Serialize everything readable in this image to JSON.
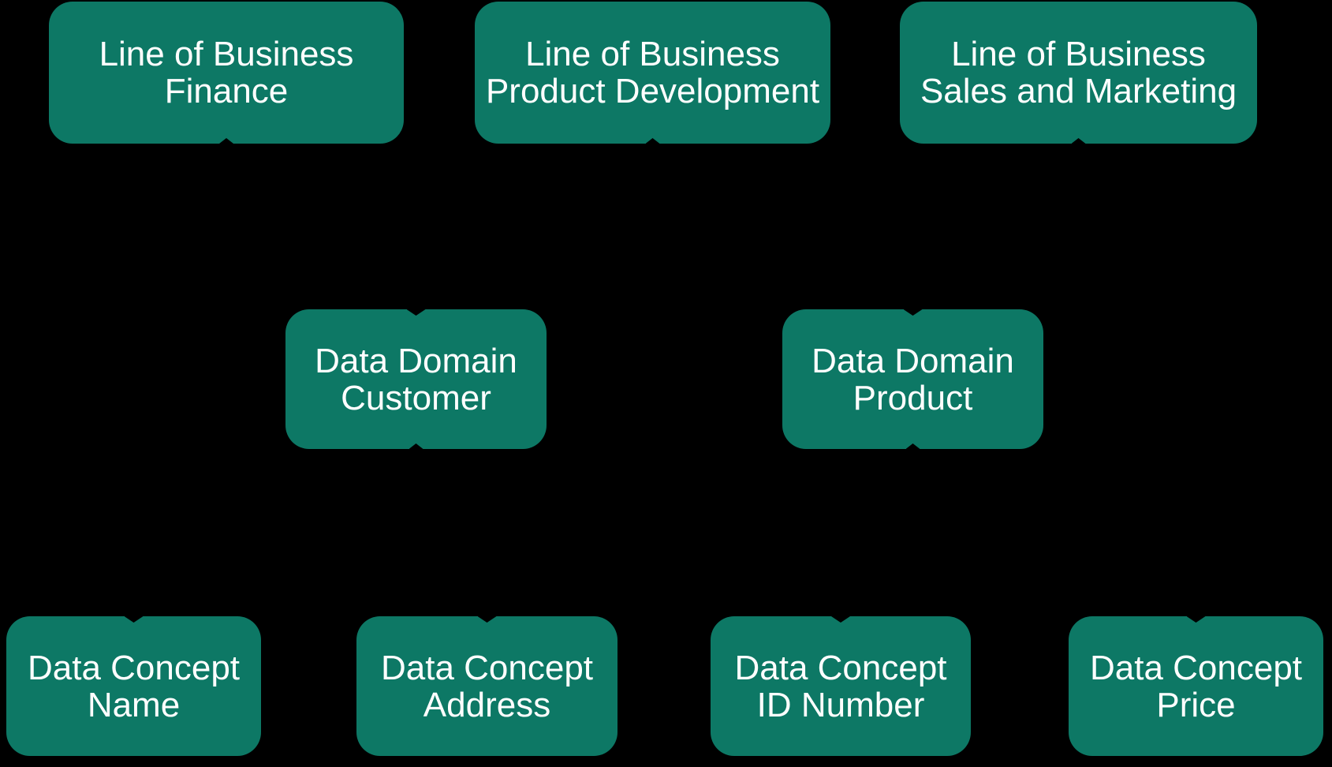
{
  "diagram": {
    "colors": {
      "background": "#000000",
      "node-fill": "#0d7865",
      "node-text": "#ffffff"
    },
    "rows": [
      {
        "name": "line-of-business-row",
        "nodes": [
          {
            "id": "lob-finance",
            "lines": [
              "Line of Business",
              "Finance"
            ]
          },
          {
            "id": "lob-product-development",
            "lines": [
              "Line of Business",
              "Product Development"
            ]
          },
          {
            "id": "lob-sales-marketing",
            "lines": [
              "Line of Business",
              "Sales and Marketing"
            ]
          }
        ]
      },
      {
        "name": "data-domain-row",
        "nodes": [
          {
            "id": "domain-customer",
            "lines": [
              "Data Domain",
              "Customer"
            ]
          },
          {
            "id": "domain-product",
            "lines": [
              "Data Domain",
              "Product"
            ]
          }
        ]
      },
      {
        "name": "data-concept-row",
        "nodes": [
          {
            "id": "concept-name",
            "lines": [
              "Data Concept",
              "Name"
            ]
          },
          {
            "id": "concept-address",
            "lines": [
              "Data Concept",
              "Address"
            ]
          },
          {
            "id": "concept-id-number",
            "lines": [
              "Data Concept",
              "ID Number"
            ]
          },
          {
            "id": "concept-price",
            "lines": [
              "Data Concept",
              "Price"
            ]
          }
        ]
      }
    ]
  }
}
